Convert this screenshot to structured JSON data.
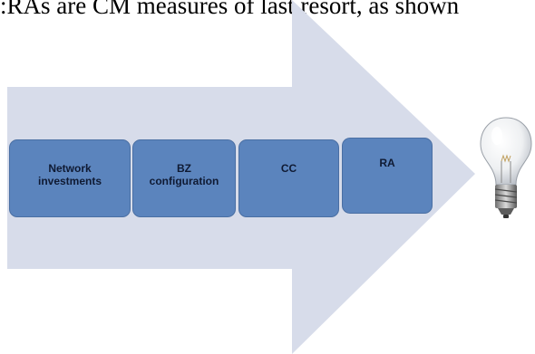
{
  "caption": ":RAs are CM measures of last resort, as shown",
  "steps": [
    {
      "line1": "Network",
      "line2": "investments"
    },
    {
      "line1": "BZ",
      "line2": "configuration"
    },
    {
      "line1": "CC",
      "line2": ""
    },
    {
      "line1": "RA",
      "line2": ""
    }
  ],
  "icons": {
    "end": "light-bulb-icon"
  },
  "colors": {
    "arrow": "#d7dcea",
    "step_fill": "#5b84bd",
    "step_text": "#0f1a33"
  }
}
